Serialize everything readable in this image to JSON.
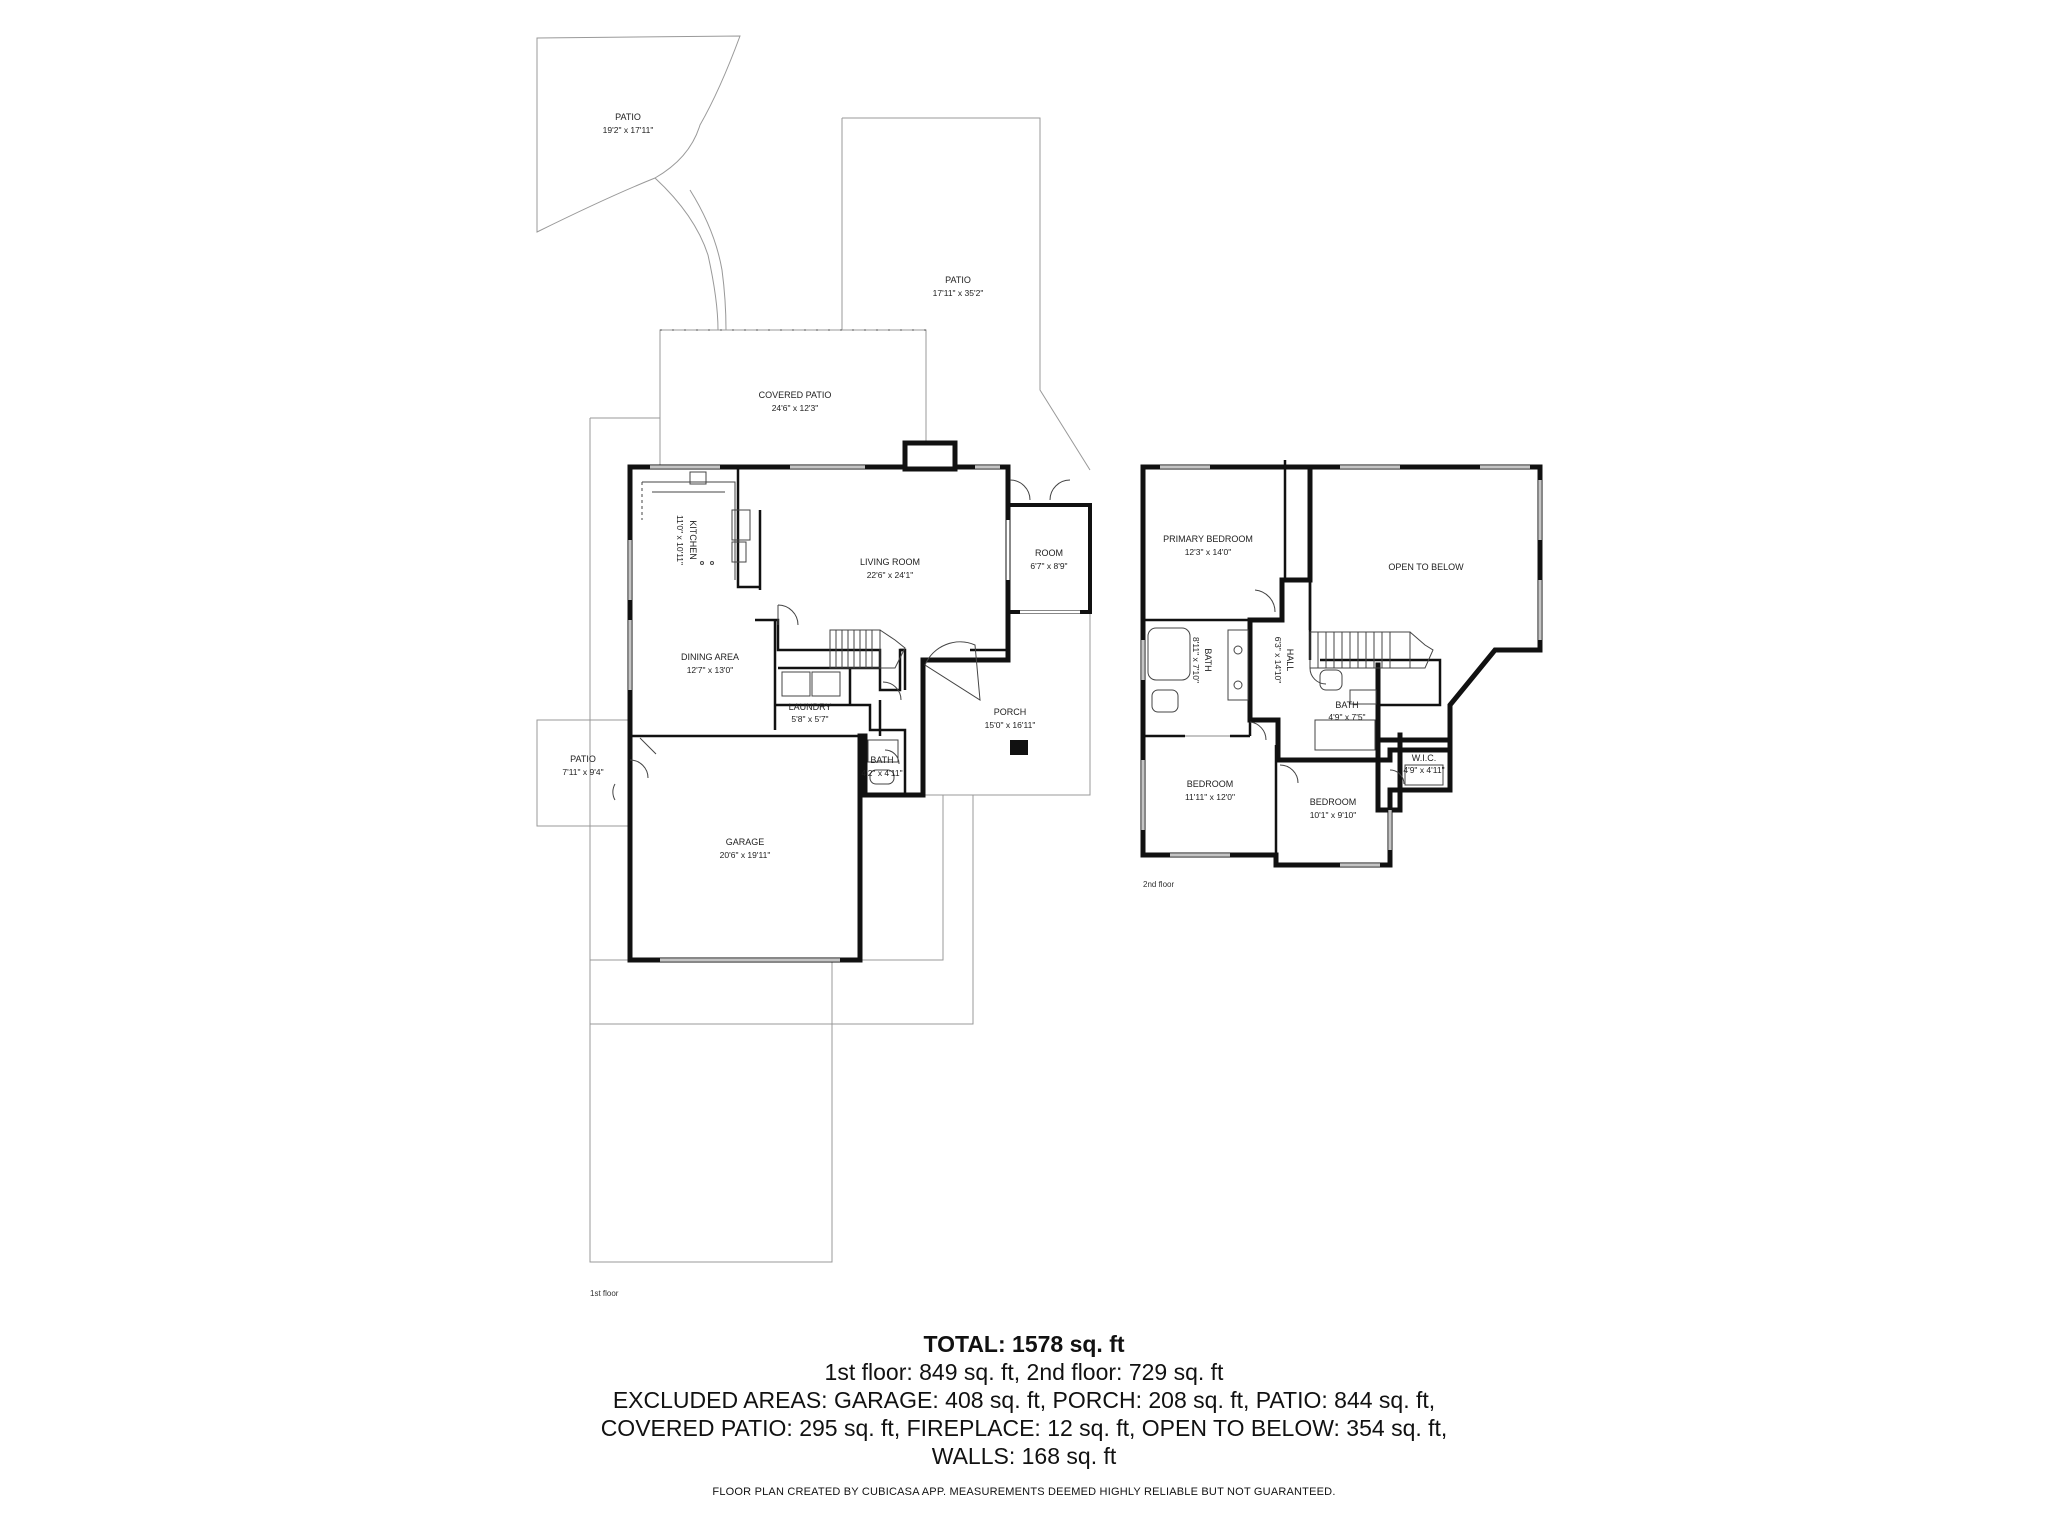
{
  "floors": {
    "first": {
      "label": "1st floor",
      "rooms": [
        {
          "name": "PATIO",
          "dims": "19'2\" x 17'11\""
        },
        {
          "name": "PATIO",
          "dims": "17'11\" x 35'2\""
        },
        {
          "name": "COVERED PATIO",
          "dims": "24'6\" x 12'3\""
        },
        {
          "name": "KITCHEN",
          "dims": "11'0\" x 10'11\""
        },
        {
          "name": "LIVING ROOM",
          "dims": "22'6\" x 24'1\""
        },
        {
          "name": "ROOM",
          "dims": "6'7\" x 8'9\""
        },
        {
          "name": "DINING AREA",
          "dims": "12'7\" x 13'0\""
        },
        {
          "name": "LAUNDRY",
          "dims": "5'8\" x 5'7\""
        },
        {
          "name": "PORCH",
          "dims": "15'0\" x 16'11\""
        },
        {
          "name": "PATIO",
          "dims": "7'11\" x 9'4\""
        },
        {
          "name": "BATH",
          "dims": "4'2\" x 4'11\""
        },
        {
          "name": "GARAGE",
          "dims": "20'6\" x 19'11\""
        }
      ]
    },
    "second": {
      "label": "2nd floor",
      "rooms": [
        {
          "name": "PRIMARY BEDROOM",
          "dims": "12'3\" x 14'0\""
        },
        {
          "name": "OPEN TO BELOW",
          "dims": ""
        },
        {
          "name": "BATH",
          "dims": "8'11\" x 7'10\""
        },
        {
          "name": "HALL",
          "dims": "6'3\" x 14'10\""
        },
        {
          "name": "BATH",
          "dims": "4'9\" x 7'5\""
        },
        {
          "name": "W.I.C.",
          "dims": "4'9\" x 4'11\""
        },
        {
          "name": "BEDROOM",
          "dims": "11'11\" x 12'0\""
        },
        {
          "name": "BEDROOM",
          "dims": "10'1\" x 9'10\""
        }
      ]
    }
  },
  "summary": {
    "total": "TOTAL: 1578 sq. ft",
    "line1": "1st floor: 849 sq. ft, 2nd floor: 729 sq. ft",
    "line2": "EXCLUDED AREAS: GARAGE: 408 sq. ft, PORCH: 208 sq. ft, PATIO: 844 sq. ft,",
    "line3": "COVERED PATIO: 295 sq. ft, FIREPLACE: 12 sq. ft, OPEN TO BELOW: 354 sq. ft,",
    "line4": "WALLS: 168 sq. ft",
    "disclaimer": "FLOOR PLAN CREATED BY CUBICASA APP. MEASUREMENTS DEEMED HIGHLY RELIABLE BUT NOT GUARANTEED."
  }
}
